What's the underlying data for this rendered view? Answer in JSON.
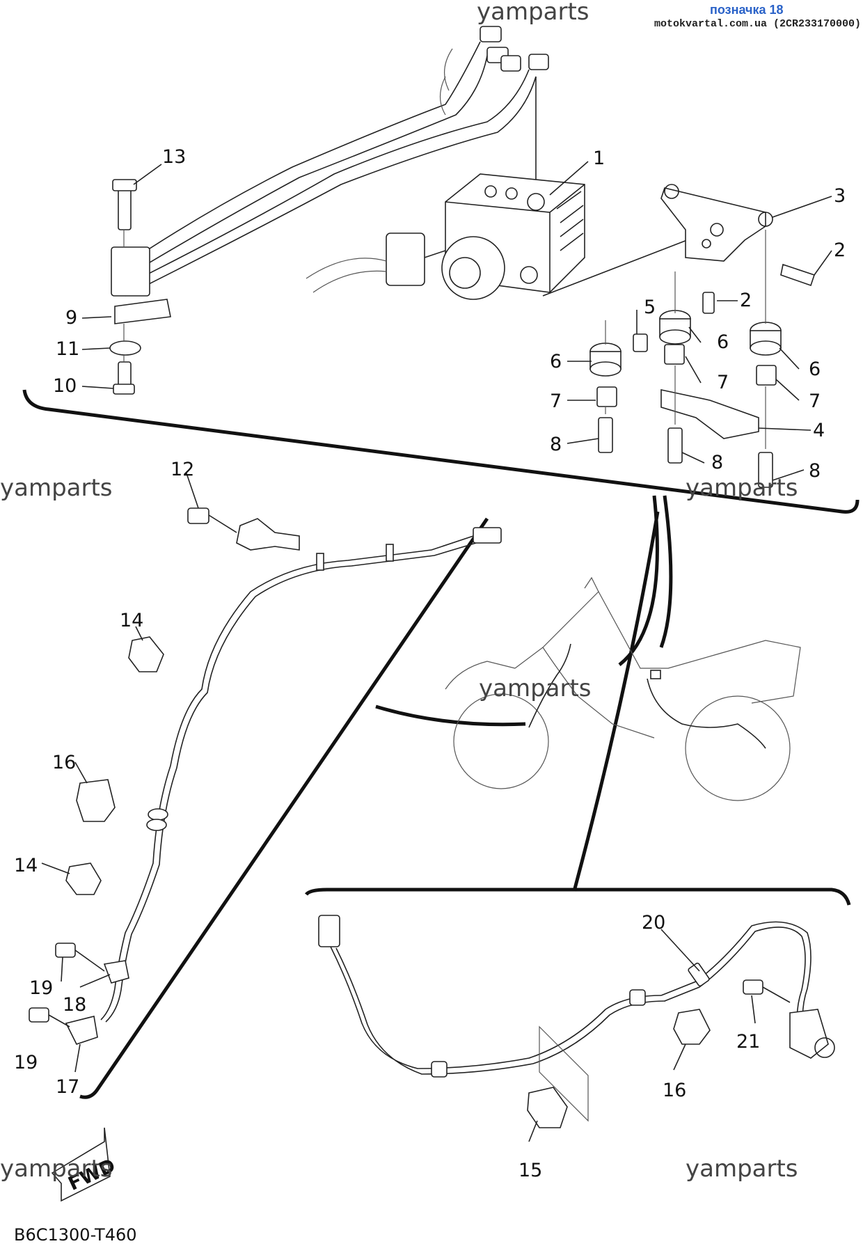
{
  "header": {
    "label": "позначка 18",
    "source": "motokvartal.com.ua (2CR233170000)"
  },
  "watermarks": [
    "yamparts",
    "yamparts",
    "yamparts",
    "yamparts",
    "yamparts",
    "yamparts"
  ],
  "callouts": {
    "c1": "1",
    "c2a": "2",
    "c2b": "2",
    "c3": "3",
    "c4": "4",
    "c5": "5",
    "c6a": "6",
    "c6b": "6",
    "c6c": "6",
    "c7a": "7",
    "c7b": "7",
    "c7c": "7",
    "c8a": "8",
    "c8b": "8",
    "c8c": "8",
    "c9": "9",
    "c10": "10",
    "c11": "11",
    "c12": "12",
    "c13": "13",
    "c14a": "14",
    "c14b": "14",
    "c15": "15",
    "c16a": "16",
    "c16b": "16",
    "c17": "17",
    "c18": "18",
    "c19a": "19",
    "c19b": "19",
    "c20": "20",
    "c21": "21"
  },
  "fwd_label": "FWD",
  "diagram_code": "B6C1300-T460"
}
